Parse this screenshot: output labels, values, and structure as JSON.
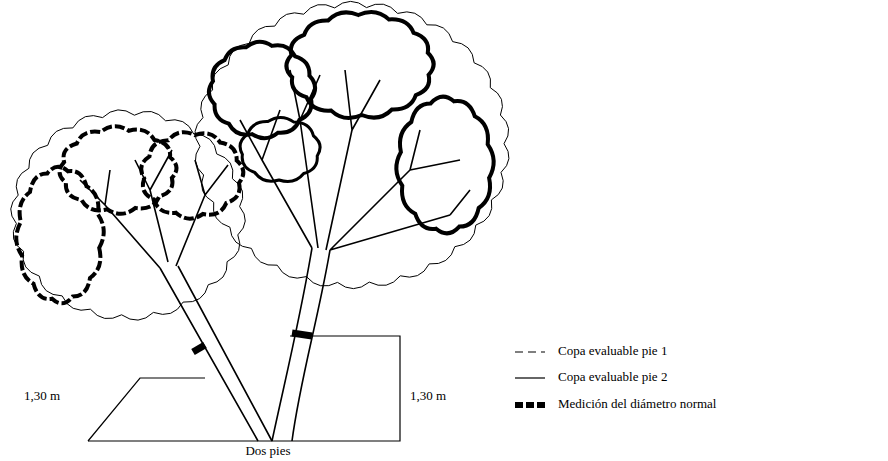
{
  "diagram": {
    "caption": "Dos pies",
    "labels": [
      "1,30 m",
      "1,30 m"
    ],
    "legend": [
      {
        "text": "Copa evaluable pie 1"
      },
      {
        "text": "Copa evaluable pie 2"
      },
      {
        "text": "Medición del diámetro normal"
      }
    ]
  }
}
